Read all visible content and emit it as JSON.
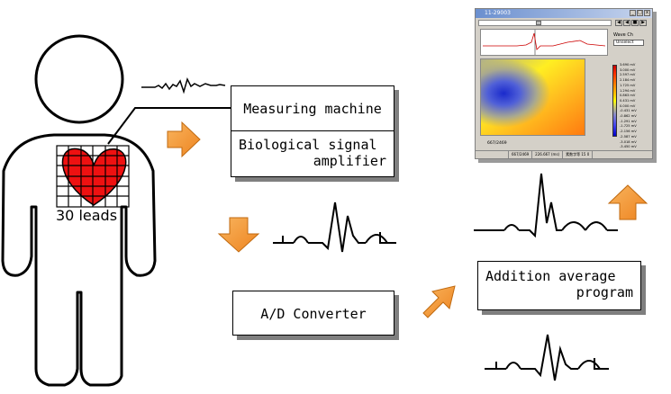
{
  "labels": {
    "leads": "30 leads",
    "measuring_machine": "Measuring machine",
    "bio_amp_line1": "Biological signal",
    "bio_amp_line2": "amplifier",
    "ad_converter": "A/D Converter",
    "avg_line1": "Addition average",
    "avg_line2": "program"
  },
  "screenshot": {
    "window_title": "11-29003",
    "side_label": "Wave Ch",
    "select_value": "Unselect",
    "heatmap_caption": "667/2469",
    "status": [
      "",
      "667/2469",
      "226.667 (ms)",
      "素数字等 15 0"
    ],
    "scale": [
      "3.690 mV",
      "3.000 mV",
      "2.597 mV",
      "2.184 mV",
      "1.725 mV",
      "1.294 mV",
      "0.863 mV",
      "0.431 mV",
      "0.000 mV",
      "-0.431 mV",
      "-0.862 mV",
      "-1.291 mV",
      "-1.725 mV",
      "-2.156 mV",
      "-2.587 mV",
      "-3.018 mV",
      "-3.450 mV"
    ]
  },
  "colors": {
    "arrow": "#f39a3a",
    "arrow_edge": "#c06a10",
    "heart": "#ee1111"
  },
  "icons": [
    "arrow-right-icon",
    "arrow-down-icon",
    "arrow-up-right-icon",
    "arrow-up-icon",
    "heart-icon",
    "human-figure-icon"
  ]
}
